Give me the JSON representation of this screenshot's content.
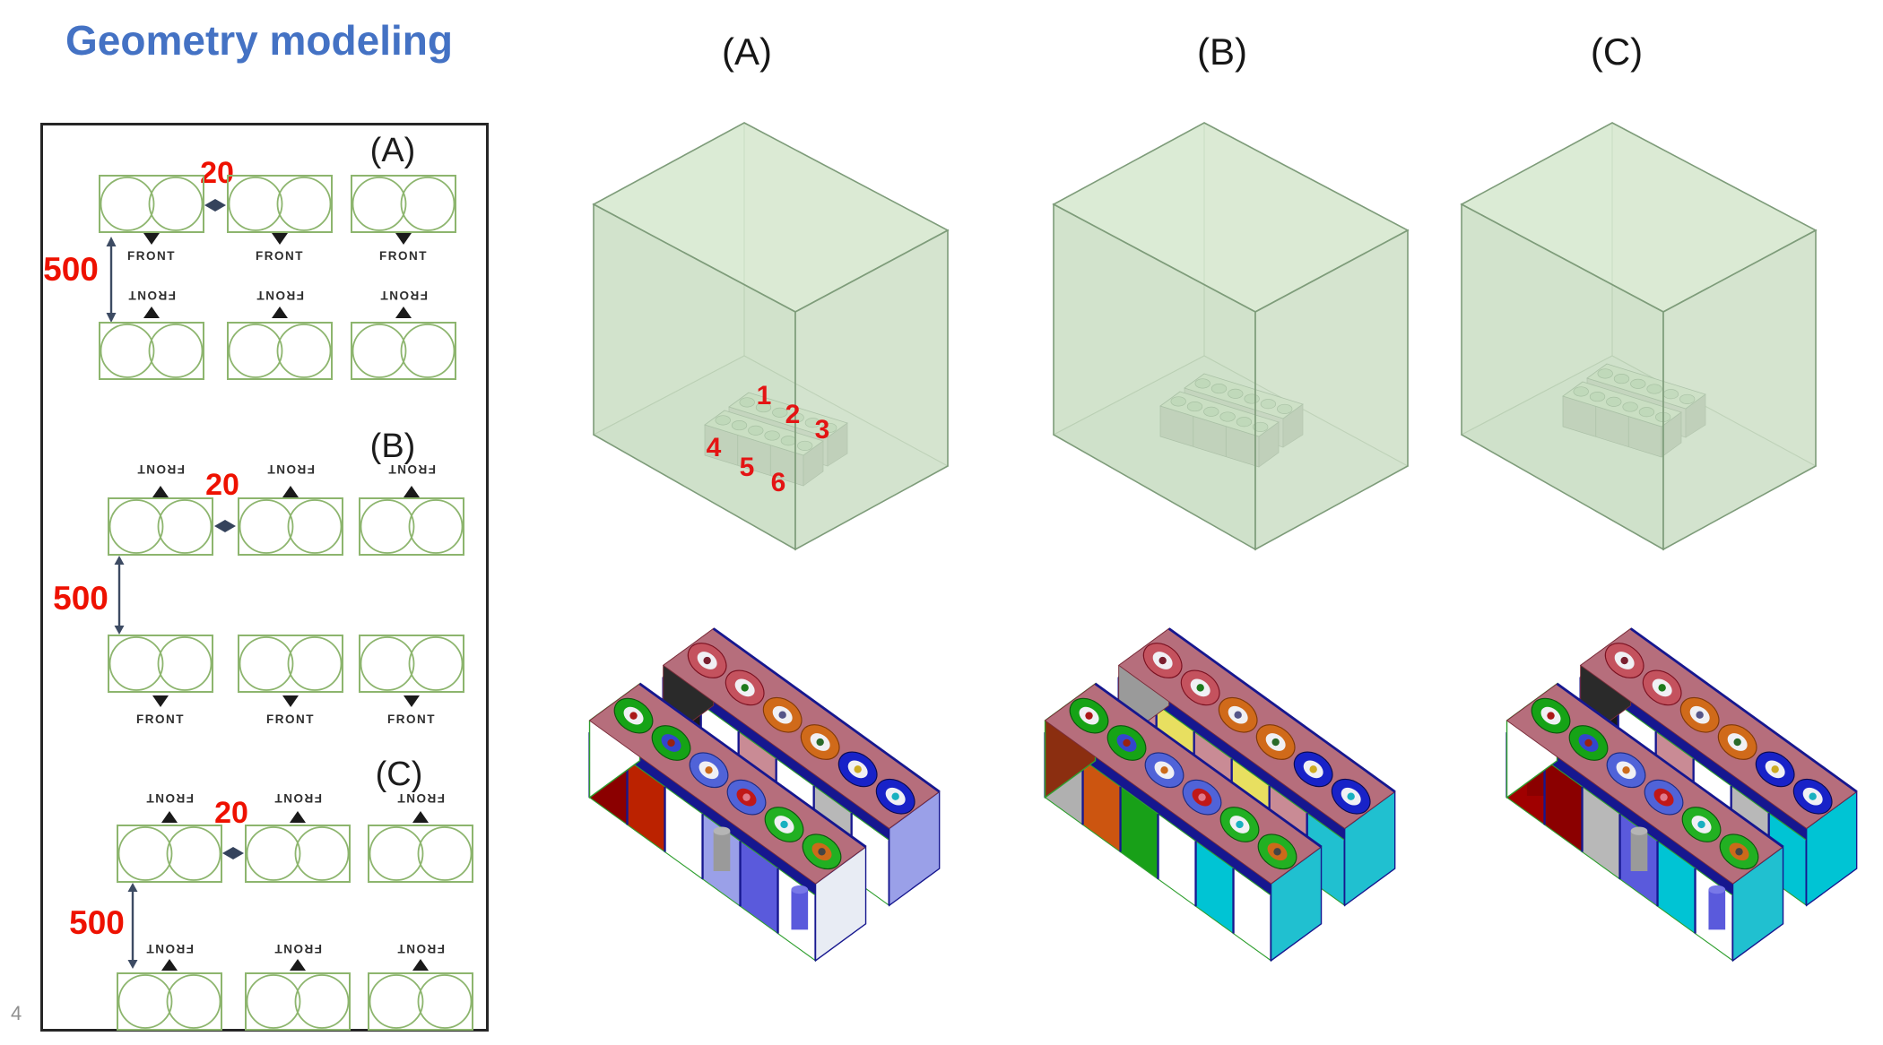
{
  "slide": {
    "title": "Geometry modeling",
    "page_number": "4"
  },
  "diagram": {
    "front_label": "FRONT",
    "rack_gap_mm": "20",
    "aisle_width_mm": "500",
    "configs": [
      {
        "label": "(A)"
      },
      {
        "label": "(B)"
      },
      {
        "label": "(C)"
      }
    ]
  },
  "columns": [
    {
      "label": "(A)"
    },
    {
      "label": "(B)"
    },
    {
      "label": "(C)"
    }
  ],
  "room_units": {
    "numbers": [
      "1",
      "2",
      "3",
      "4",
      "5",
      "6"
    ]
  },
  "colors": {
    "title_blue": "#4472c4",
    "dimension_red": "#ee1100",
    "rack_outline_green": "#8db56e",
    "arrow_slate": "#3d4b63",
    "front_marker_black": "#1a1a1a",
    "room_green": "#cde2c6",
    "unit_number_red": "#e41414",
    "model_frame_navy": "#16178f",
    "model_top_pink": "#b66e7c"
  }
}
